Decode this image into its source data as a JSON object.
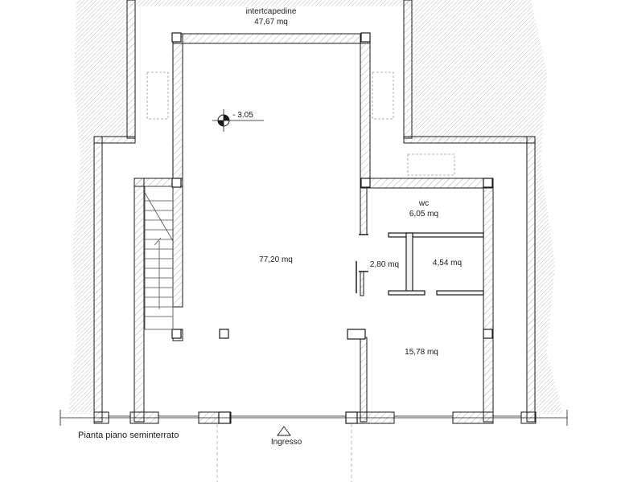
{
  "drawing": {
    "caption": "Pianta piano seminterrato",
    "entrance_label": "Ingresso",
    "elevation_label": "- 3.05"
  },
  "rooms": {
    "intercapedine": {
      "name": "intertcapedine",
      "area": "47,67 mq"
    },
    "main_hall": {
      "area": "77,20 mq"
    },
    "wc": {
      "name": "wc",
      "area": "6,05 mq"
    },
    "small_a": {
      "area": "2,80 mq"
    },
    "small_b": {
      "area": "4,54 mq"
    },
    "room_lower": {
      "area": "15,78 mq"
    }
  },
  "colors": {
    "line": "#1a1a1a",
    "hatch": "#b0b0b0",
    "dashed": "#9a9a9a",
    "background": "#ffffff"
  }
}
